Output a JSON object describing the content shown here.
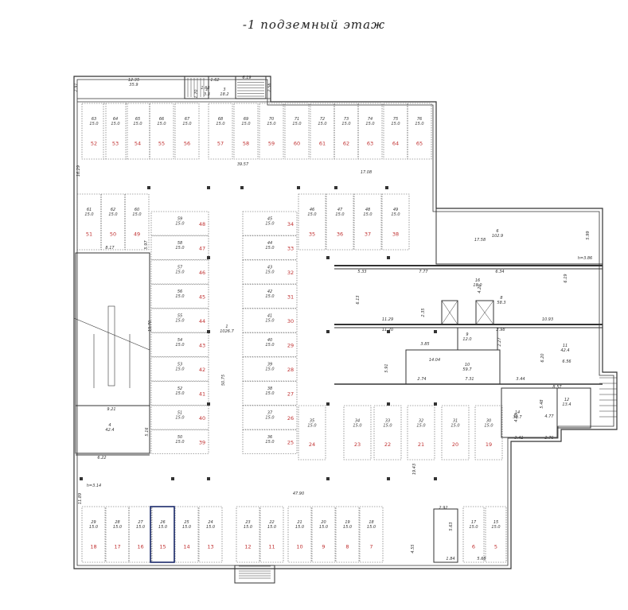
{
  "title": "-1 подземный этаж",
  "rooms": [
    {
      "id": "top-room",
      "area": "12.35",
      "area2": "35.9"
    },
    {
      "id": "room-2",
      "num": "2",
      "area": "3.3"
    },
    {
      "id": "room-3",
      "num": "3",
      "area": "18.2"
    },
    {
      "id": "tech-6",
      "num": "6",
      "area": "102.9"
    },
    {
      "id": "tech-8",
      "num": "8",
      "area": "58.3"
    },
    {
      "id": "tech-9",
      "num": "9",
      "area": "12.0"
    },
    {
      "id": "tech-10",
      "num": "10",
      "area": "59.7"
    },
    {
      "id": "tech-11",
      "num": "11",
      "area": "42.4"
    },
    {
      "id": "tech-12",
      "num": "12",
      "area": "13.4"
    },
    {
      "id": "tech-14",
      "num": "14",
      "area": "30.7"
    },
    {
      "id": "ramp",
      "num": "4",
      "area": "42.4"
    },
    {
      "id": "center",
      "num": "1",
      "area": "1026.7"
    },
    {
      "id": "room-16",
      "num": "16",
      "area": "18.0"
    }
  ],
  "spaces": [
    {
      "n": "52",
      "id": "63",
      "a": "15.0"
    },
    {
      "n": "53",
      "id": "64",
      "a": "15.0"
    },
    {
      "n": "54",
      "id": "65",
      "a": "15.0"
    },
    {
      "n": "55",
      "id": "66",
      "a": "15.0"
    },
    {
      "n": "56",
      "id": "67",
      "a": "15.0"
    },
    {
      "n": "57",
      "id": "68",
      "a": "15.0"
    },
    {
      "n": "58",
      "id": "69",
      "a": "15.0"
    },
    {
      "n": "59",
      "id": "70",
      "a": "15.0"
    },
    {
      "n": "60",
      "id": "71",
      "a": "15.0"
    },
    {
      "n": "61",
      "id": "72",
      "a": "15.0"
    },
    {
      "n": "62",
      "id": "73",
      "a": "15.0"
    },
    {
      "n": "63",
      "id": "74",
      "a": "15.0"
    },
    {
      "n": "64",
      "id": "75",
      "a": "15.0"
    },
    {
      "n": "65",
      "id": "76",
      "a": "15.0"
    },
    {
      "n": "51",
      "id": "61",
      "a": "15.0"
    },
    {
      "n": "50",
      "id": "62",
      "a": "15.0"
    },
    {
      "n": "49",
      "id": "60",
      "a": "15.0"
    },
    {
      "n": "48",
      "id": "59",
      "a": "15.0"
    },
    {
      "n": "47",
      "id": "58",
      "a": "15.0"
    },
    {
      "n": "46",
      "id": "57",
      "a": "15.0"
    },
    {
      "n": "45",
      "id": "56",
      "a": "15.0"
    },
    {
      "n": "44",
      "id": "55",
      "a": "15.0"
    },
    {
      "n": "43",
      "id": "54",
      "a": "15.0"
    },
    {
      "n": "42",
      "id": "53",
      "a": "15.0"
    },
    {
      "n": "41",
      "id": "52",
      "a": "15.0"
    },
    {
      "n": "40",
      "id": "51",
      "a": "15.0"
    },
    {
      "n": "39",
      "id": "50",
      "a": "15.0"
    },
    {
      "n": "34",
      "id": "45",
      "a": "15.0"
    },
    {
      "n": "33",
      "id": "44",
      "a": "15.0"
    },
    {
      "n": "32",
      "id": "43",
      "a": "15.0"
    },
    {
      "n": "31",
      "id": "42",
      "a": "15.0"
    },
    {
      "n": "30",
      "id": "41",
      "a": "15.0"
    },
    {
      "n": "29",
      "id": "40",
      "a": "15.0"
    },
    {
      "n": "28",
      "id": "39",
      "a": "15.0"
    },
    {
      "n": "27",
      "id": "38",
      "a": "15.0"
    },
    {
      "n": "26",
      "id": "37",
      "a": "15.0"
    },
    {
      "n": "25",
      "id": "36",
      "a": "15.0"
    },
    {
      "n": "35",
      "id": "46",
      "a": "15.0"
    },
    {
      "n": "36",
      "id": "47",
      "a": "15.0"
    },
    {
      "n": "37",
      "id": "48",
      "a": "15.0"
    },
    {
      "n": "38",
      "id": "49",
      "a": "15.0"
    },
    {
      "n": "24",
      "id": "35",
      "a": "15.0"
    },
    {
      "n": "23",
      "id": "34",
      "a": "15.0"
    },
    {
      "n": "22",
      "id": "33",
      "a": "15.0"
    },
    {
      "n": "21",
      "id": "32",
      "a": "15.0"
    },
    {
      "n": "20",
      "id": "31",
      "a": "15.0"
    },
    {
      "n": "19",
      "id": "30",
      "a": "15.0"
    },
    {
      "n": "18",
      "id": "29",
      "a": "15.0"
    },
    {
      "n": "17",
      "id": "28",
      "a": "15.0"
    },
    {
      "n": "16",
      "id": "27",
      "a": "15.0"
    },
    {
      "n": "15",
      "id": "26",
      "a": "15.0"
    },
    {
      "n": "14",
      "id": "25",
      "a": "15.0"
    },
    {
      "n": "13",
      "id": "24",
      "a": "15.0"
    },
    {
      "n": "12",
      "id": "23",
      "a": "15.0"
    },
    {
      "n": "11",
      "id": "22",
      "a": "15.0"
    },
    {
      "n": "10",
      "id": "21",
      "a": "15.0"
    },
    {
      "n": "9",
      "id": "20",
      "a": "15.0"
    },
    {
      "n": "8",
      "id": "19",
      "a": "15.0"
    },
    {
      "n": "7",
      "id": "18",
      "a": "15.0"
    },
    {
      "n": "6",
      "id": "17",
      "a": "15.0"
    },
    {
      "n": "5",
      "id": "15",
      "a": "15.0"
    }
  ],
  "dims": [
    "39.57",
    "17.08",
    "16.29",
    "8.17",
    "5.97",
    "19.70",
    "50.75",
    "9.21",
    "5.16",
    "6.22",
    "h=3.14",
    "47.90",
    "11.89",
    "19.43",
    "17.58",
    "5.99",
    "h=3.86",
    "5.33",
    "7.77",
    "6.34",
    "4.20",
    "6.19",
    "6.13",
    "11.29",
    "10.93",
    "2.35",
    "11.20",
    "5.91",
    "14.04",
    "2.74",
    "7.31",
    "3.85",
    "2.98",
    "2.27",
    "6.20",
    "6.56",
    "3.44",
    "8.57",
    "5.48",
    "4.68",
    "4.77",
    "3.41",
    "2.76",
    "2.92",
    "5.63",
    "1.62",
    "4.55",
    "1.84",
    "5.68",
    "2.91",
    "1.70",
    "1.63",
    "2.56",
    "6.19"
  ]
}
